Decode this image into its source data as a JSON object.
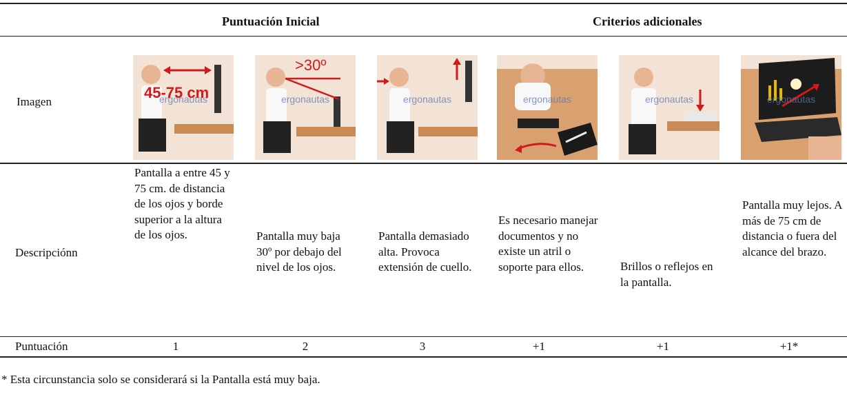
{
  "header": {
    "initial": "Puntuación Inicial",
    "additional": "Criterios adicionales"
  },
  "rows": {
    "image_label": "Imagen",
    "description_label": "Descripciónn",
    "score_label": "Puntuación"
  },
  "images": [
    {
      "overlay_text": "ergonautas",
      "label_text": "45-75 cm",
      "icon": "monitor-distance-illustration"
    },
    {
      "overlay_text": "ergonautas",
      "label_text": ">30º",
      "icon": "monitor-low-angle-illustration"
    },
    {
      "overlay_text": "ergonautas",
      "label_text": "",
      "icon": "monitor-high-illustration"
    },
    {
      "overlay_text": "ergonautas",
      "label_text": "",
      "icon": "document-holder-illustration"
    },
    {
      "overlay_text": "ergonautas",
      "label_text": "",
      "icon": "screen-glare-illustration"
    },
    {
      "overlay_text": "ergonautas",
      "label_text": "",
      "icon": "monitor-far-illustration"
    }
  ],
  "descriptions": [
    "Pantalla a entre 45 y 75 cm. de distancia de los ojos y borde superior a la altura de los ojos.",
    "Pantalla muy baja 30º por debajo del nivel de los ojos.",
    "Pantalla demasiado alta. Provoca extensión de cuello.",
    "Es necesario manejar documentos y no existe un atril o soporte para ellos.",
    "Brillos o reflejos en la pantalla.",
    "Pantalla muy lejos. A más de 75 cm de distancia o fuera del alcance del brazo."
  ],
  "scores": [
    "1",
    "2",
    "3",
    "+1",
    "+1",
    "+1*"
  ],
  "footnote": "* Esta circunstancia solo se considerará si la Pantalla está muy baja.",
  "colors": {
    "rule": "#222222",
    "accent_red": "#d11a1a",
    "skin_bg": "#f2dfcf",
    "desk": "#d9a070"
  }
}
